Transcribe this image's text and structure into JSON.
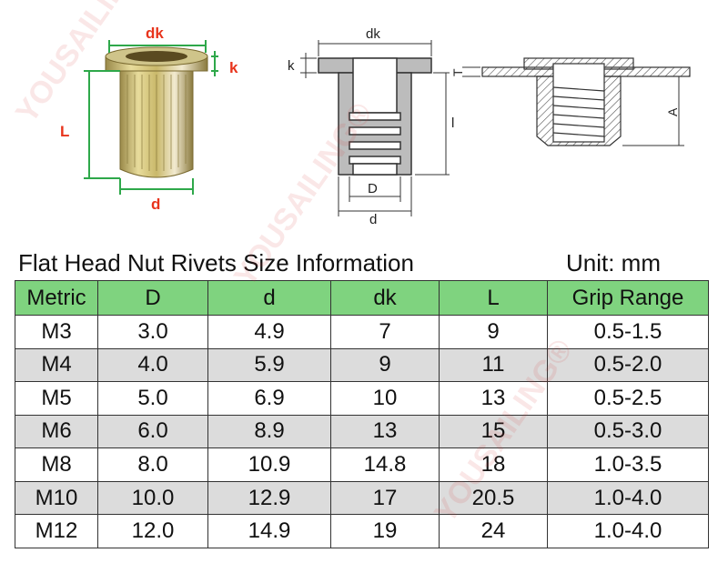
{
  "figure": {
    "photo_labels": {
      "dk": "dk",
      "k": "k",
      "L": "L",
      "d": "d"
    },
    "drawing1_labels": {
      "dk": "dk",
      "k": "k",
      "l": "l",
      "D": "D",
      "d": "d"
    },
    "drawing2_labels": {
      "T": "T",
      "A": "A"
    }
  },
  "heading": {
    "title": "Flat Head Nut Rivets Size Information",
    "unit": "Unit: mm"
  },
  "table": {
    "headers": [
      "Metric",
      "D",
      "d",
      "dk",
      "L",
      "Grip Range"
    ],
    "rows": [
      [
        "M3",
        "3.0",
        "4.9",
        "7",
        "9",
        "0.5-1.5"
      ],
      [
        "M4",
        "4.0",
        "5.9",
        "9",
        "11",
        "0.5-2.0"
      ],
      [
        "M5",
        "5.0",
        "6.9",
        "10",
        "13",
        "0.5-2.5"
      ],
      [
        "M6",
        "6.0",
        "8.9",
        "13",
        "15",
        "0.5-3.0"
      ],
      [
        "M8",
        "8.0",
        "10.9",
        "14.8",
        "18",
        "1.0-3.5"
      ],
      [
        "M10",
        "10.0",
        "12.9",
        "17",
        "20.5",
        "1.0-4.0"
      ],
      [
        "M12",
        "12.0",
        "14.9",
        "19",
        "24",
        "1.0-4.0"
      ]
    ]
  },
  "watermark": "YOUSAILING®",
  "colors": {
    "header_green": "#7fd37f",
    "stripe_gray": "#dcdcdc",
    "dimension_red": "#e8341c",
    "dimension_green": "#2ea84a"
  }
}
